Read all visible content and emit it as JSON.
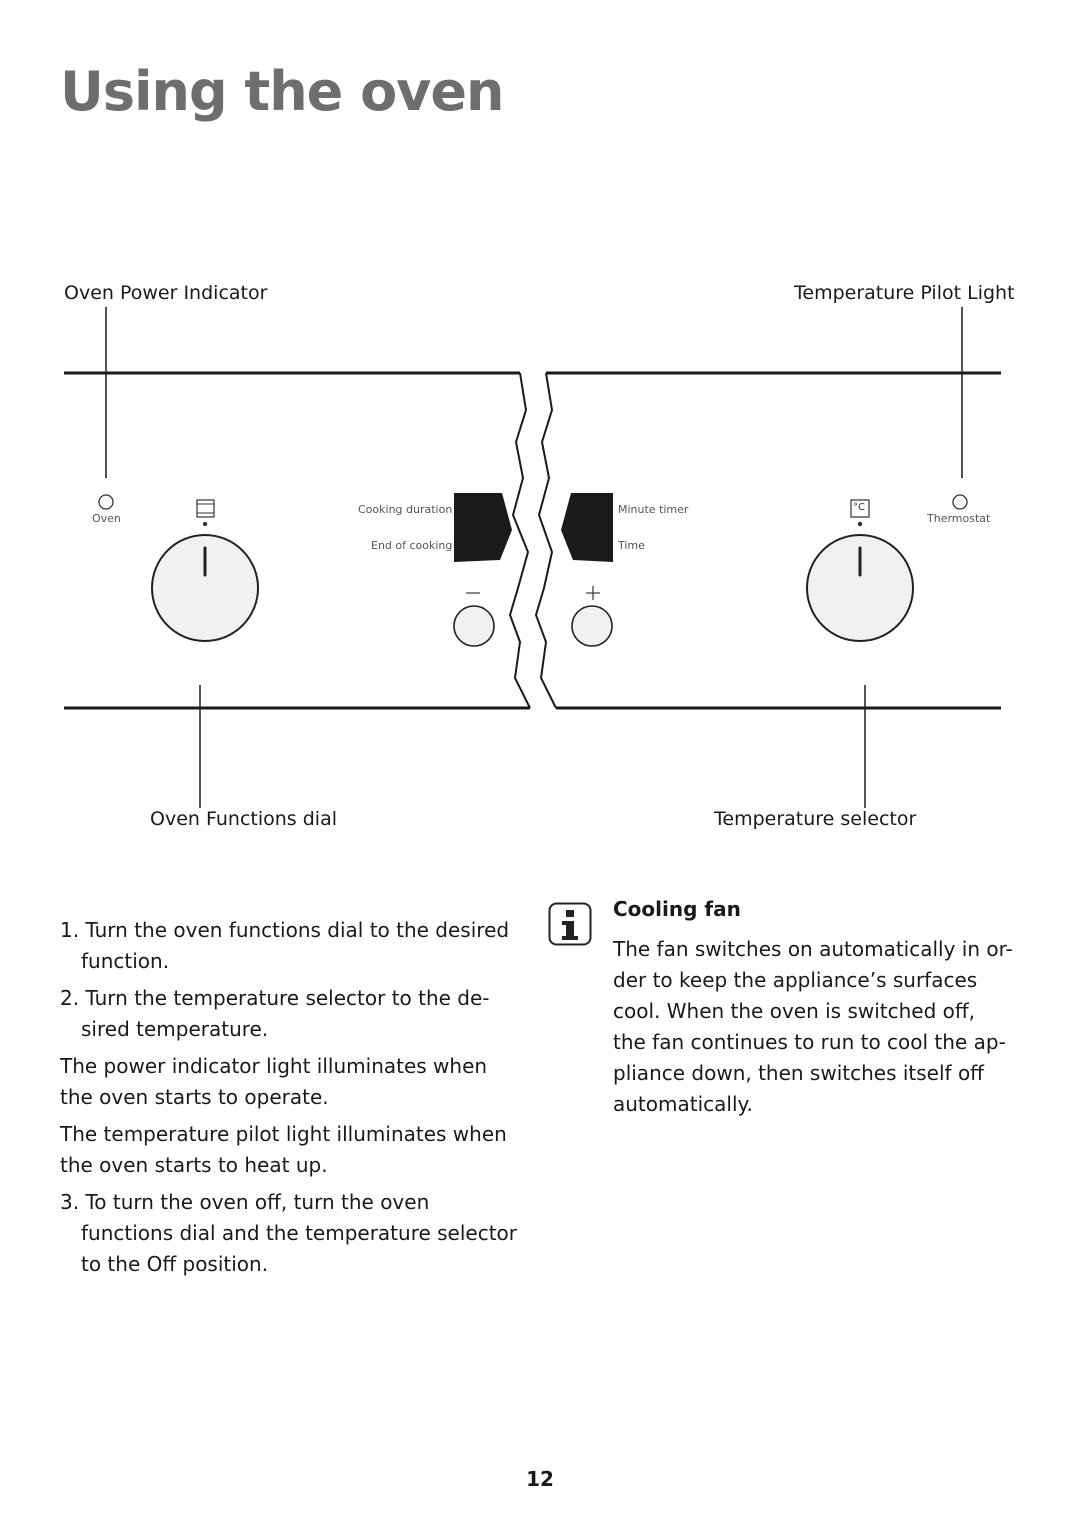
{
  "page": {
    "title": "Using the oven",
    "page_number": "12"
  },
  "diagram": {
    "callouts": {
      "oven_power_indicator": "Oven Power Indicator",
      "temperature_pilot_light": "Temperature Pilot Light",
      "oven_functions_dial": "Oven Functions dial",
      "temperature_selector": "Temperature selector"
    },
    "panel_labels": {
      "oven": "Oven",
      "thermostat": "Thermostat",
      "cooking_duration": "Cooking duration",
      "end_of_cooking": "End of cooking",
      "minute_timer": "Minute timer",
      "time": "Time",
      "celsius": "°C",
      "minus": "–",
      "plus": "+"
    }
  },
  "instructions": {
    "step1": "1. Turn the oven functions dial to the desired function.",
    "step2": "2. Turn the temperature selector to the de- sired temperature.",
    "para1": "The power indicator light illuminates when the oven starts to operate.",
    "para2": "The temperature pilot light illuminates when the oven starts to heat up.",
    "step3": "3. To turn the oven off, turn the oven functions dial and the temperature selector to the Off position."
  },
  "cooling_fan": {
    "icon": "info-icon",
    "title": "Cooling fan",
    "text": "The fan switches on automatically in or- der to keep the appliance’s surfaces cool. When the oven is switched off, the fan continues to run to cool the ap- pliance down, then switches itself off automatically."
  }
}
